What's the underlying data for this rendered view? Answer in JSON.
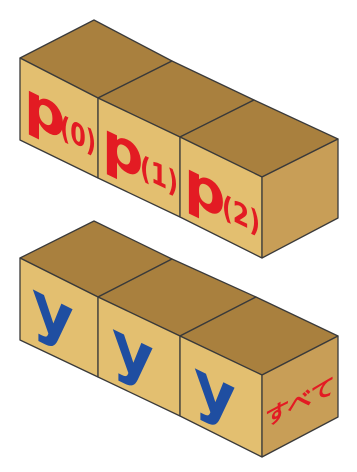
{
  "figure": {
    "top_row": {
      "blocks": [
        {
          "letter": "p",
          "index": "(0)"
        },
        {
          "letter": "p",
          "index": "(1)"
        },
        {
          "letter": "p",
          "index": "(2)"
        }
      ],
      "letter_color": "#e31b23"
    },
    "bottom_row": {
      "blocks": [
        {
          "letter": "y"
        },
        {
          "letter": "y"
        },
        {
          "letter": "y"
        }
      ],
      "side_label": "すべて",
      "letter_color": "#1f4ea1",
      "side_label_color": "#e31b23"
    },
    "colors": {
      "block_top": "#a9803e",
      "block_front": "#e3bf70",
      "block_side": "#c89e57",
      "outline": "#3a3a3a"
    }
  }
}
